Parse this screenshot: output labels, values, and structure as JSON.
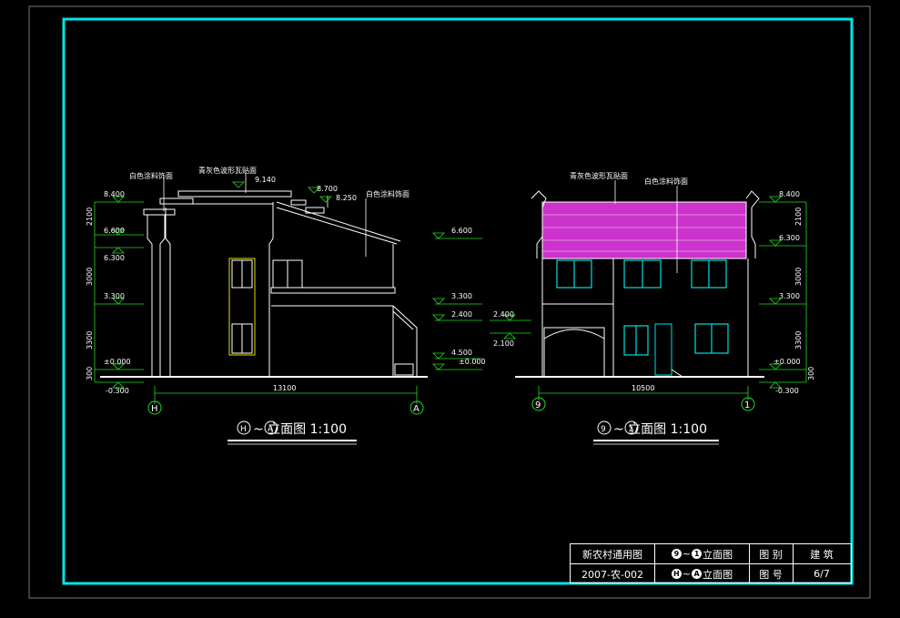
{
  "left_elevation": {
    "title": "~ 立面图 1:100",
    "title_axis_start": "H",
    "title_axis_end": "A",
    "material_notes": [
      "白色涂料饰面",
      "青灰色波形瓦贴面",
      "白色涂料饰面"
    ],
    "levels_left": [
      "8.400",
      "6.600",
      "6.300",
      "3.300",
      "±0.000",
      "-0.300"
    ],
    "dims_left": [
      "2100",
      "3000",
      "3300",
      "300"
    ],
    "levels_top": [
      "9.140",
      "8.700",
      "8.250"
    ],
    "levels_right": [
      "6.600",
      "3.300",
      "2.400",
      "4.500",
      "±0.000"
    ],
    "overall_dim": "13100",
    "axis_left": "H",
    "axis_right": "A"
  },
  "right_elevation": {
    "title": "~ 立面图 1:100",
    "title_axis_start": "9",
    "title_axis_end": "1",
    "material_notes": [
      "青灰色波形瓦贴面",
      "白色涂料饰面"
    ],
    "levels_left": [
      "2.400",
      "2.100"
    ],
    "levels_right": [
      "8.400",
      "6.300",
      "3.300",
      "±0.000",
      "-0.300"
    ],
    "dims_right": [
      "2100",
      "3000",
      "3300",
      "300"
    ],
    "overall_dim": "10500",
    "axis_left": "9",
    "axis_right": "1"
  },
  "title_block": {
    "project": "新农村通用图",
    "code": "2007-农-002",
    "drawing1_axes": [
      "9",
      "1"
    ],
    "drawing1_label": "立面图",
    "drawing2_axes": [
      "H",
      "A"
    ],
    "drawing2_label": "立面图",
    "category_label": "图 别",
    "category_value": "建 筑",
    "number_label": "图 号",
    "number_value": "6/7"
  },
  "colors": {
    "background": "#000000",
    "frame": "#00e5e5",
    "line": "#ffffff",
    "dimension": "#22dd22",
    "roof_tile": "#cc33cc",
    "window": "#00e0e0",
    "stair_highlight": "#e0e000"
  }
}
